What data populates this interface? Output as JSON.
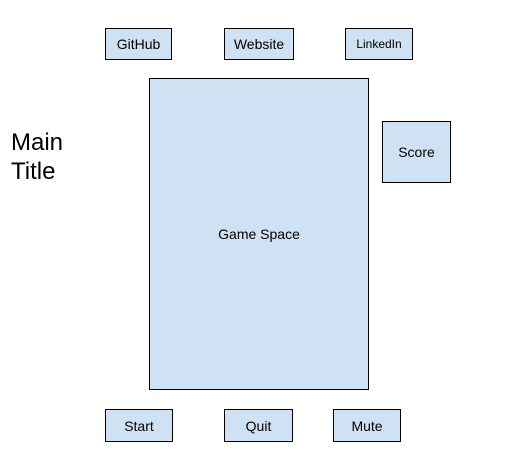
{
  "title": {
    "line1": "Main",
    "line2": "Title"
  },
  "links": {
    "github": "GitHub",
    "website": "Website",
    "linkedin": "LinkedIn"
  },
  "main": {
    "game_space": "Game Space",
    "score": "Score"
  },
  "controls": {
    "start": "Start",
    "quit": "Quit",
    "mute": "Mute"
  },
  "colors": {
    "box_fill": "#cfe2f3",
    "box_border": "#000000",
    "background": "#ffffff"
  }
}
